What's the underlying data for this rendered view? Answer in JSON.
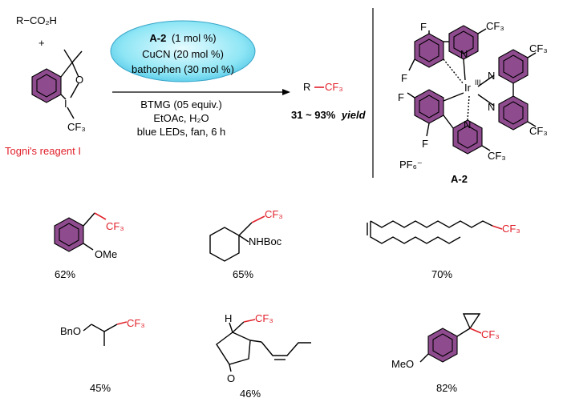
{
  "reaction": {
    "substrate": "R−CO₂H",
    "plus": "+",
    "reagent_O": "O",
    "reagent_I": "I",
    "reagent_cf3": "CF₃",
    "reagent_name": "Togni's reagent I",
    "catalyst_bold": "A-2",
    "catalyst_loading": "(1 mol %)",
    "additive_1": "CuCN (20 mol %)",
    "additive_2": "bathophen (30 mol %)",
    "cond_1": "BTMG (05 equiv.)",
    "cond_2": "EtOAc, H₂O",
    "cond_3": "blue LEDs, fan, 6 h",
    "product_r": "R",
    "product_cf3": "CF₃",
    "yield_range": "31 ~ 93%",
    "yield_word": "yield"
  },
  "catalyst": {
    "metal": "Ir",
    "oxidation": "III",
    "F1": "F",
    "F2": "F",
    "F3": "F",
    "F4": "F",
    "N1": "N",
    "N2": "N",
    "N3": "N",
    "N4": "N",
    "cf3_1": "CF₃",
    "cf3_2": "CF₃",
    "cf3_3": "CF₃",
    "cf3_4": "CF₃",
    "counterion": "PF₆⁻",
    "label": "A-2"
  },
  "products": [
    {
      "label": "CF₃",
      "sub": "OMe",
      "yield": "62%"
    },
    {
      "label": "CF₃",
      "sub": "NHBoc",
      "yield": "65%"
    },
    {
      "label": "CF₃",
      "yield": "70%"
    },
    {
      "label": "CF₃",
      "sub": "BnO",
      "yield": "45%"
    },
    {
      "label": "CF₃",
      "sub": "H",
      "sub2": "O",
      "yield": "46%"
    },
    {
      "label": "CF₃",
      "sub": "MeO",
      "yield": "82%"
    }
  ],
  "colors": {
    "ring": "#8e4b8e",
    "highlight": "#e0202a",
    "ellipse_fill": "#7fe3f2",
    "ellipse_edge": "#3aa6c9"
  }
}
